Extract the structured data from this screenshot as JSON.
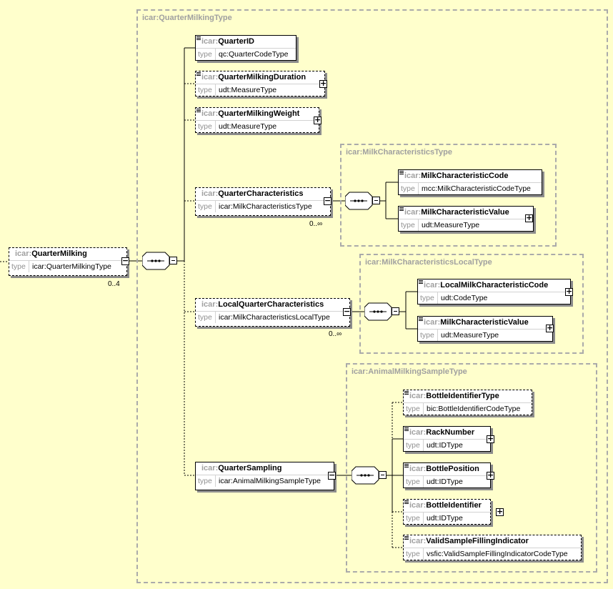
{
  "groups": {
    "quarter_milking_type": "icar:QuarterMilkingType",
    "milk_characteristics_type": "icar:MilkCharacteristicsType",
    "milk_characteristics_local_type": "icar:MilkCharacteristicsLocalType",
    "animal_milking_sample_type": "icar:AnimalMilkingSampleType"
  },
  "type_keyword": "type",
  "prefix": "icar:",
  "elements": {
    "quarter_milking": {
      "name": "QuarterMilking",
      "type": "icar:QuarterMilkingType",
      "cardinality": "0..4"
    },
    "quarter_id": {
      "name": "QuarterID",
      "type": "qc:QuarterCodeType"
    },
    "quarter_milking_duration": {
      "name": "QuarterMilkingDuration",
      "type": "udt:MeasureType"
    },
    "quarter_milking_weight": {
      "name": "QuarterMilkingWeight",
      "type": "udt:MeasureType"
    },
    "quarter_characteristics": {
      "name": "QuarterCharacteristics",
      "type": "icar:MilkCharacteristicsType",
      "cardinality": "0..∞"
    },
    "milk_characteristic_code": {
      "name": "MilkCharacteristicCode",
      "type": "mcc:MilkCharacteristicCodeType"
    },
    "milk_characteristic_value_1": {
      "name": "MilkCharacteristicValue",
      "type": "udt:MeasureType"
    },
    "local_quarter_characteristics": {
      "name": "LocalQuarterCharacteristics",
      "type": "icar:MilkCharacteristicsLocalType",
      "cardinality": "0..∞"
    },
    "local_milk_characteristic_code": {
      "name": "LocalMilkCharacteristicCode",
      "type": "udt:CodeType"
    },
    "milk_characteristic_value_2": {
      "name": "MilkCharacteristicValue",
      "type": "udt:MeasureType"
    },
    "quarter_sampling": {
      "name": "QuarterSampling",
      "type": "icar:AnimalMilkingSampleType"
    },
    "bottle_identifier_type": {
      "name": "BottleIdentifierType",
      "type": "bic:BottleIdentifierCodeType"
    },
    "rack_number": {
      "name": "RackNumber",
      "type": "udt:IDType"
    },
    "bottle_position": {
      "name": "BottlePosition",
      "type": "udt:IDType"
    },
    "bottle_identifier": {
      "name": "BottleIdentifier",
      "type": "udt:IDType"
    },
    "valid_sample_filling_indicator": {
      "name": "ValidSampleFillingIndicator",
      "type": "vsfic:ValidSampleFillingIndicatorCodeType"
    }
  },
  "icons": {
    "expand": "+",
    "collapse": "−"
  },
  "colors": {
    "background": "#ffffcc",
    "group_border": "#aaaaaa",
    "prefix": "#a0a0a0",
    "shadow": "#8c8c8c"
  }
}
